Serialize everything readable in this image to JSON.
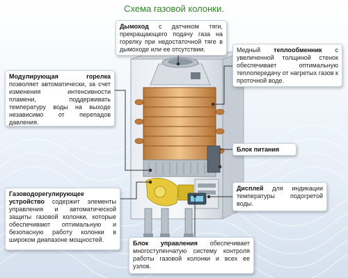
{
  "title": "Схема газовой колонки.",
  "callouts": {
    "chimney": {
      "term": "Дымоход",
      "text": " с датчиком тяги, прекращающего подачу газа на горелку при недостаточной тяге в дымоходе или ее отсутствии."
    },
    "heat_exchanger": {
      "pre": "Медный ",
      "term": "теплообменник",
      "text": " с увеличенной толщиной стенок обеспечивает оптимальную теплопередачу от нагретых газов к проточной воде."
    },
    "burner": {
      "term": "Модулирующая горелка",
      "text": " позволяет автоматически, за счет изменения интенсивности пламени, поддерживать температуру воды на выходе независимо от перепадов давления."
    },
    "power": {
      "term": "Блок питания"
    },
    "display": {
      "term": "Дисплей",
      "text": " для индикации температуры подогретой воды."
    },
    "valve": {
      "term": "Газоводорегулирующее устройство",
      "text": " содержит элементы управления и автоматической защиты газовой колонки, которые обеспечивают оптимальную и безопасную работу колонки в широком диапазоне мощностей."
    },
    "control": {
      "term": "Блок управления",
      "text": " обеспечивает многоступенчатую систему контроля работы газовой колонки и всех ее узлов."
    }
  },
  "colors": {
    "title": "#2b8a1e",
    "leader": "#333333",
    "copper": "#d8a060",
    "valve": "#e6c83a",
    "box_border": "#c9d3de"
  }
}
